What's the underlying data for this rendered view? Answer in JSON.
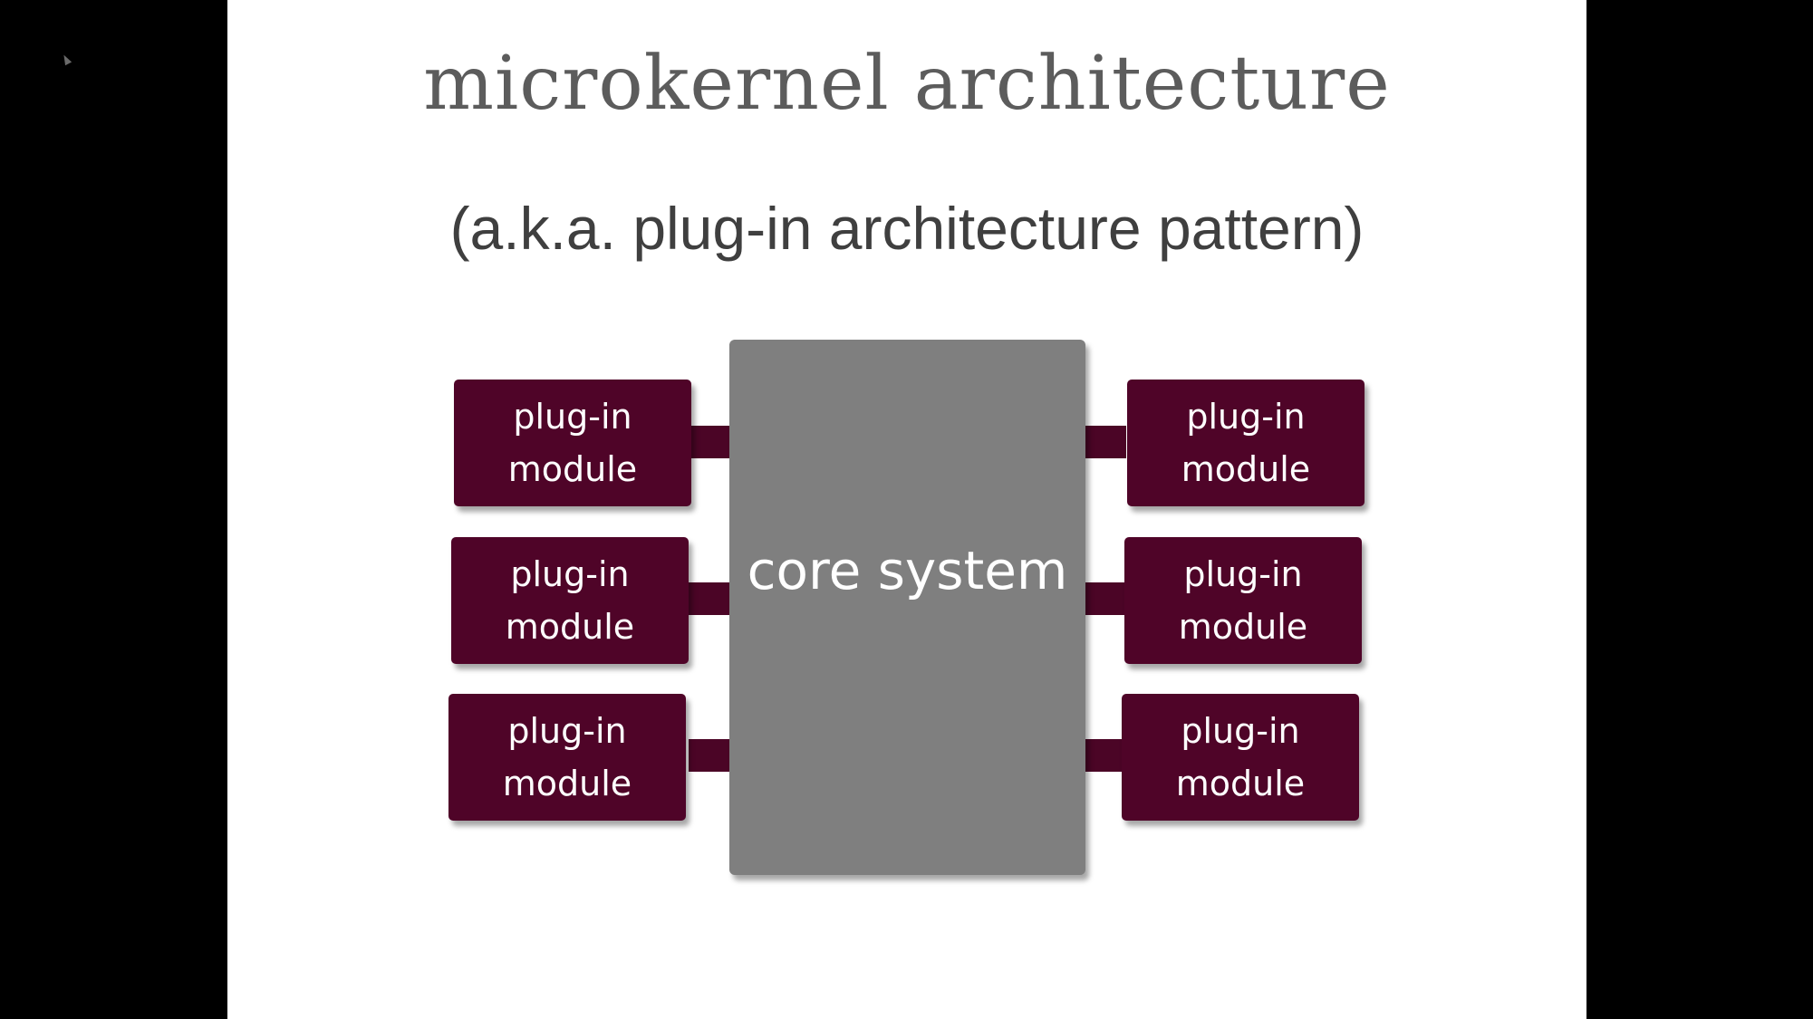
{
  "slide": {
    "title": "microkernel architecture",
    "subtitle": "(a.k.a. plug-in architecture pattern)"
  },
  "diagram": {
    "core": {
      "label": "core system",
      "color": "#7f7f7f"
    },
    "module_color": "#4f0428",
    "left_modules": [
      {
        "label": "plug-in module"
      },
      {
        "label": "plug-in module"
      },
      {
        "label": "plug-in module"
      }
    ],
    "right_modules": [
      {
        "label": "plug-in module"
      },
      {
        "label": "plug-in module"
      },
      {
        "label": "plug-in module"
      }
    ]
  },
  "cursor": {
    "icon": "mouse-pointer-icon"
  }
}
